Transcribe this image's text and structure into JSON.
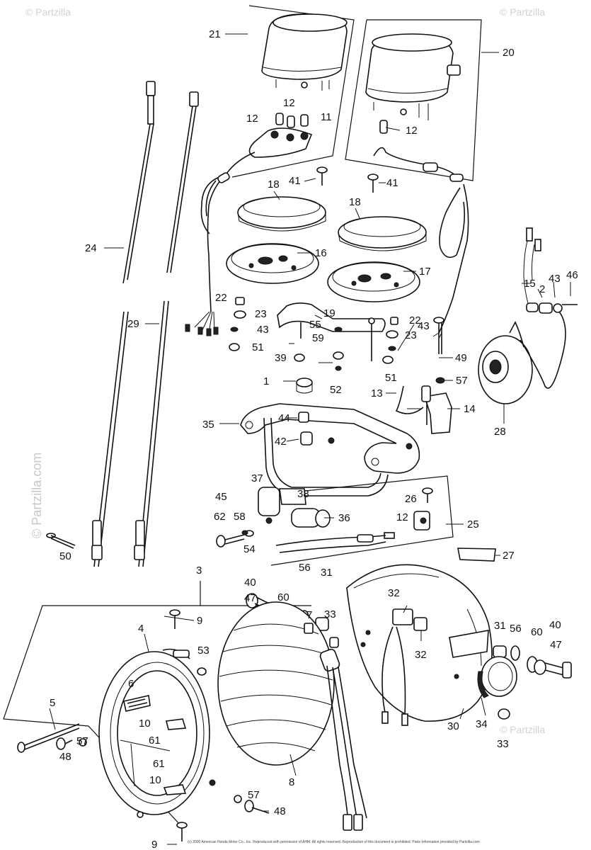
{
  "diagram": {
    "watermark": "© Partzilla.com",
    "watermark_corner": "© Partzilla",
    "footer": "(c) 2000 American Honda Motor Co., Inc. Reproduced with permission of AHM. All rights reserved. Reproduction of this document is prohibited. Parts Information provided by Partzilla.com"
  },
  "callouts": {
    "c1": "1",
    "c2": "2",
    "c3": "3",
    "c4": "4",
    "c5": "5",
    "c6": "6",
    "c7": "7",
    "c8": "8",
    "c9a": "9",
    "c9b": "9",
    "c10a": "10",
    "c10b": "10",
    "c11": "11",
    "c12a": "12",
    "c12b": "12",
    "c12c": "12",
    "c12d": "12",
    "c13": "13",
    "c14": "14",
    "c15": "15",
    "c16": "16",
    "c17": "17",
    "c18a": "18",
    "c18b": "18",
    "c19": "19",
    "c20": "20",
    "c21": "21",
    "c22a": "22",
    "c22b": "22",
    "c23a": "23",
    "c23b": "23",
    "c24": "24",
    "c25": "25",
    "c26": "26",
    "c27": "27",
    "c28": "28",
    "c29": "29",
    "c30": "30",
    "c31a": "31",
    "c31b": "31",
    "c32a": "32",
    "c32b": "32",
    "c33a": "33",
    "c33b": "33",
    "c34": "34",
    "c35": "35",
    "c36": "36",
    "c37": "37",
    "c38": "38",
    "c39": "39",
    "c40a": "40",
    "c40b": "40",
    "c41a": "41",
    "c41b": "41",
    "c42": "42",
    "c43a": "43",
    "c43b": "43",
    "c43c": "43",
    "c44": "44",
    "c45": "45",
    "c46": "46",
    "c47a": "47",
    "c47b": "47",
    "c48a": "48",
    "c48b": "48",
    "c49": "49",
    "c50": "50",
    "c51a": "51",
    "c51b": "51",
    "c52": "52",
    "c53": "53",
    "c54": "54",
    "c55": "55",
    "c56a": "56",
    "c56b": "56",
    "c57a": "57",
    "c57b": "57",
    "c57c": "57",
    "c58": "58",
    "c59": "59",
    "c60a": "60",
    "c60b": "60",
    "c61a": "61",
    "c61b": "61",
    "c62": "62"
  }
}
